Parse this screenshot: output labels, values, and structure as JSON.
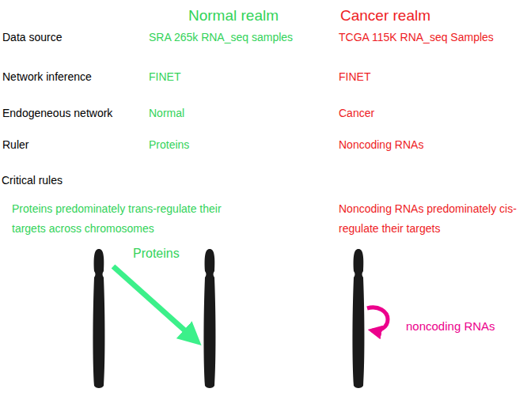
{
  "diagram": {
    "labels": [
      "Normal realm",
      "Cancer realm",
      "Data source",
      "SRA 265k RNA_seq samples",
      "TCGA 115K RNA_seq Samples",
      "Network inference",
      "FINET",
      "FINET",
      "Endogeneous network",
      "Normal",
      "Cancer",
      "Ruler",
      "Proteins",
      "Noncoding RNAs",
      "Critical rules",
      "Proteins predominately trans-regulate their targets across chromosomes",
      "Noncoding RNAs predominately cis-regulate their targets",
      "Proteins",
      "noncoding RNAs"
    ]
  }
}
